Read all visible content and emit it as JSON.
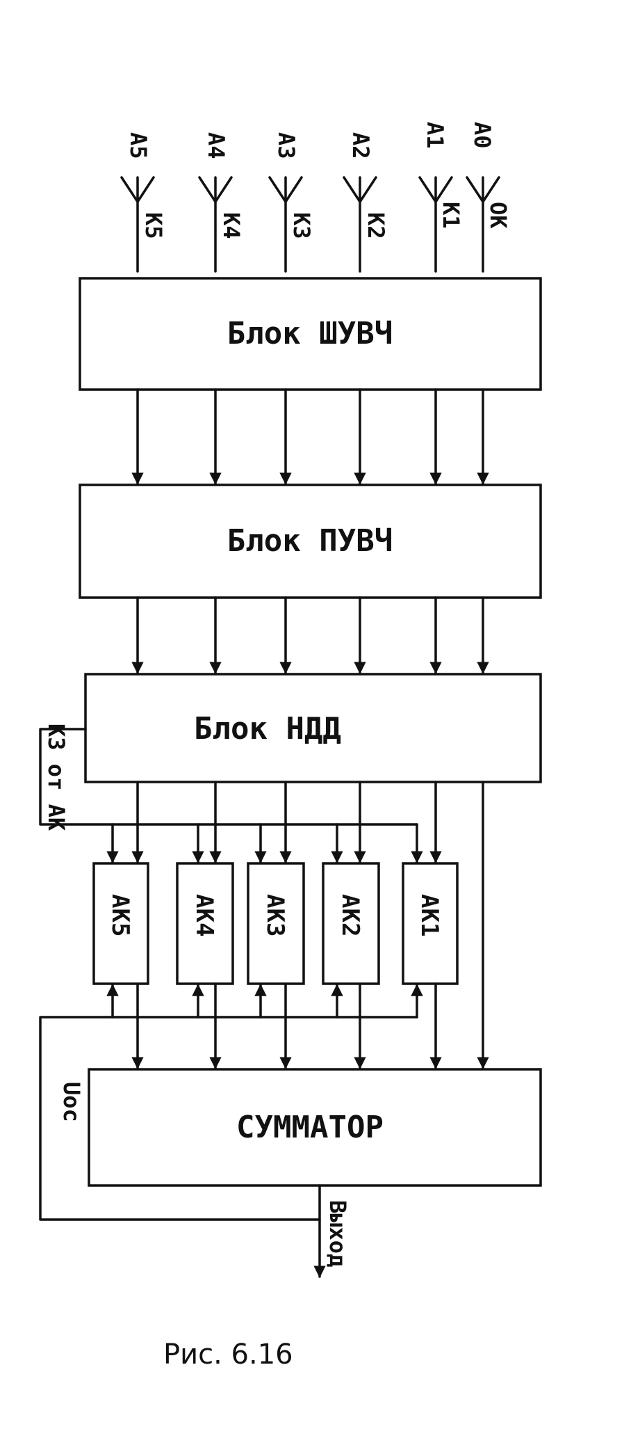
{
  "antennas": [
    {
      "id": "A5",
      "label": "A5",
      "channel": "K5"
    },
    {
      "id": "A4",
      "label": "A4",
      "channel": "K4"
    },
    {
      "id": "A3",
      "label": "A3",
      "channel": "K3"
    },
    {
      "id": "A2",
      "label": "A2",
      "channel": "K2"
    },
    {
      "id": "A1",
      "label": "A1",
      "channel": "K1"
    },
    {
      "id": "A0",
      "label": "A0",
      "channel": "OK"
    }
  ],
  "blocks": {
    "shuvch": "Блок ШУВЧ",
    "puvch": "Блок ПУВЧ",
    "ndd": "Блок НДД",
    "summator": "СУММАТОР"
  },
  "ak_units": [
    "АК5",
    "АК4",
    "АК3",
    "АК2",
    "АК1"
  ],
  "side_labels": {
    "ndd_input": "К3 от АК",
    "feedback": "Uос",
    "output": "Выход"
  },
  "caption": "Рис. 6.16"
}
